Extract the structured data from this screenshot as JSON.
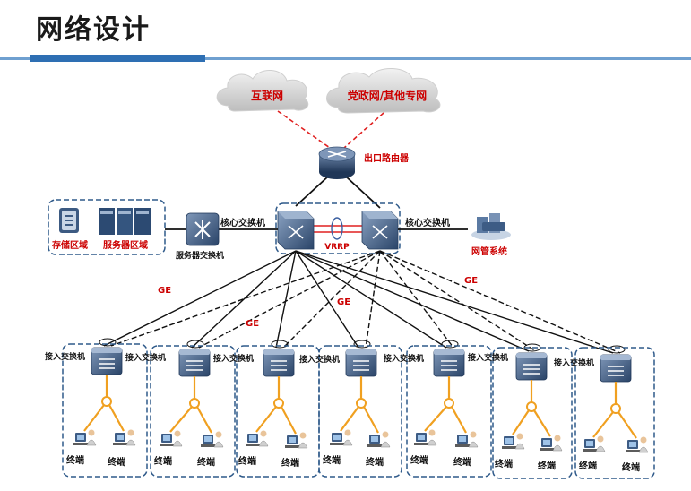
{
  "page_title": "网络设计",
  "clouds": {
    "internet": "互联网",
    "gov_network": "党政网/其他专网"
  },
  "router_label": "出口路由器",
  "core_switch_left_label": "核心交换机",
  "core_switch_right_label": "核心交换机",
  "vrrp_label": "VRRP",
  "server_switch_label": "服务器交换机",
  "storage_label": "存储区域",
  "server_area_label": "服务器区域",
  "nms_label": "网管系统",
  "ge_label": "GE",
  "access_switch_label": "接入交换机",
  "terminal_label": "终端",
  "colors": {
    "red_text": "#cc0000",
    "link_red": "#e02020",
    "accent_orange": "#f0a020",
    "group_border": "#2f5a8a"
  }
}
